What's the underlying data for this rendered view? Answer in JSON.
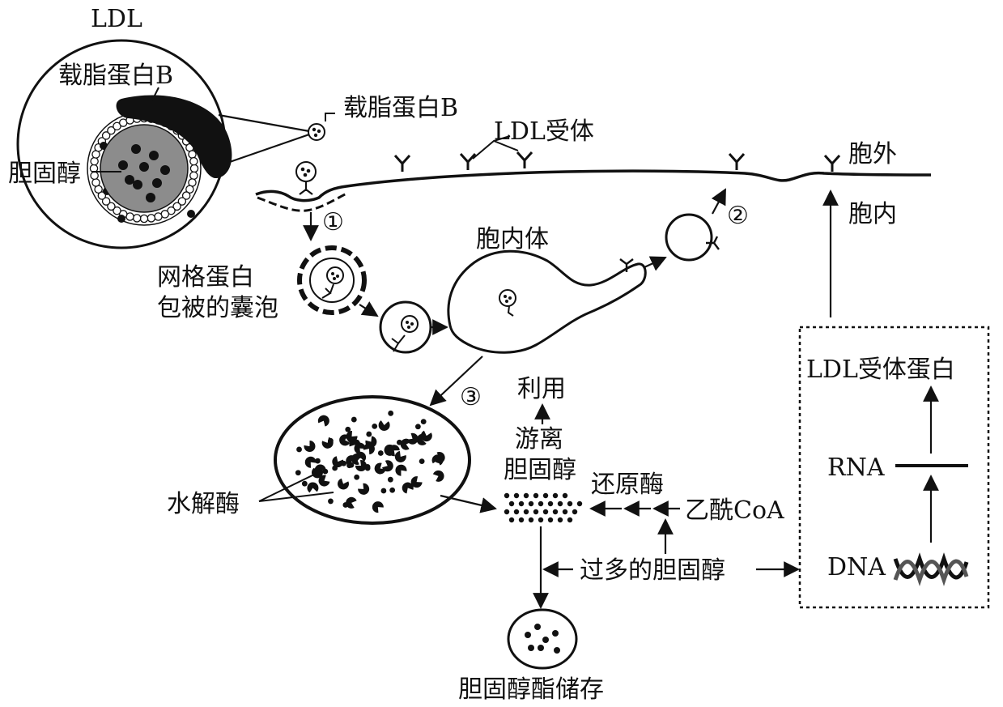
{
  "labels": {
    "ldl": "LDL",
    "apob_inset": "载脂蛋白B",
    "cholesterol_inset": "胆固醇",
    "apob": "载脂蛋白B",
    "ldl_receptor": "LDL受体",
    "outside_cell": "胞外",
    "inside_cell": "胞内",
    "step1": "①",
    "step2": "②",
    "step3": "③",
    "clathrin_vesicle_line1": "网格蛋白",
    "clathrin_vesicle_line2": "包被的囊泡",
    "endosome": "胞内体",
    "utilize": "利用",
    "free_cholesterol_line1": "游离",
    "free_cholesterol_line2": "胆固醇",
    "reductase": "还原酶",
    "acetyl_coa": "乙酰CoA",
    "hydrolase": "水解酶",
    "excess_cholesterol": "过多的胆固醇",
    "cholesteryl_ester_storage": "胆固醇酯储存",
    "ldl_receptor_protein": "LDL受体蛋白",
    "rna": "RNA",
    "dna": "DNA"
  }
}
